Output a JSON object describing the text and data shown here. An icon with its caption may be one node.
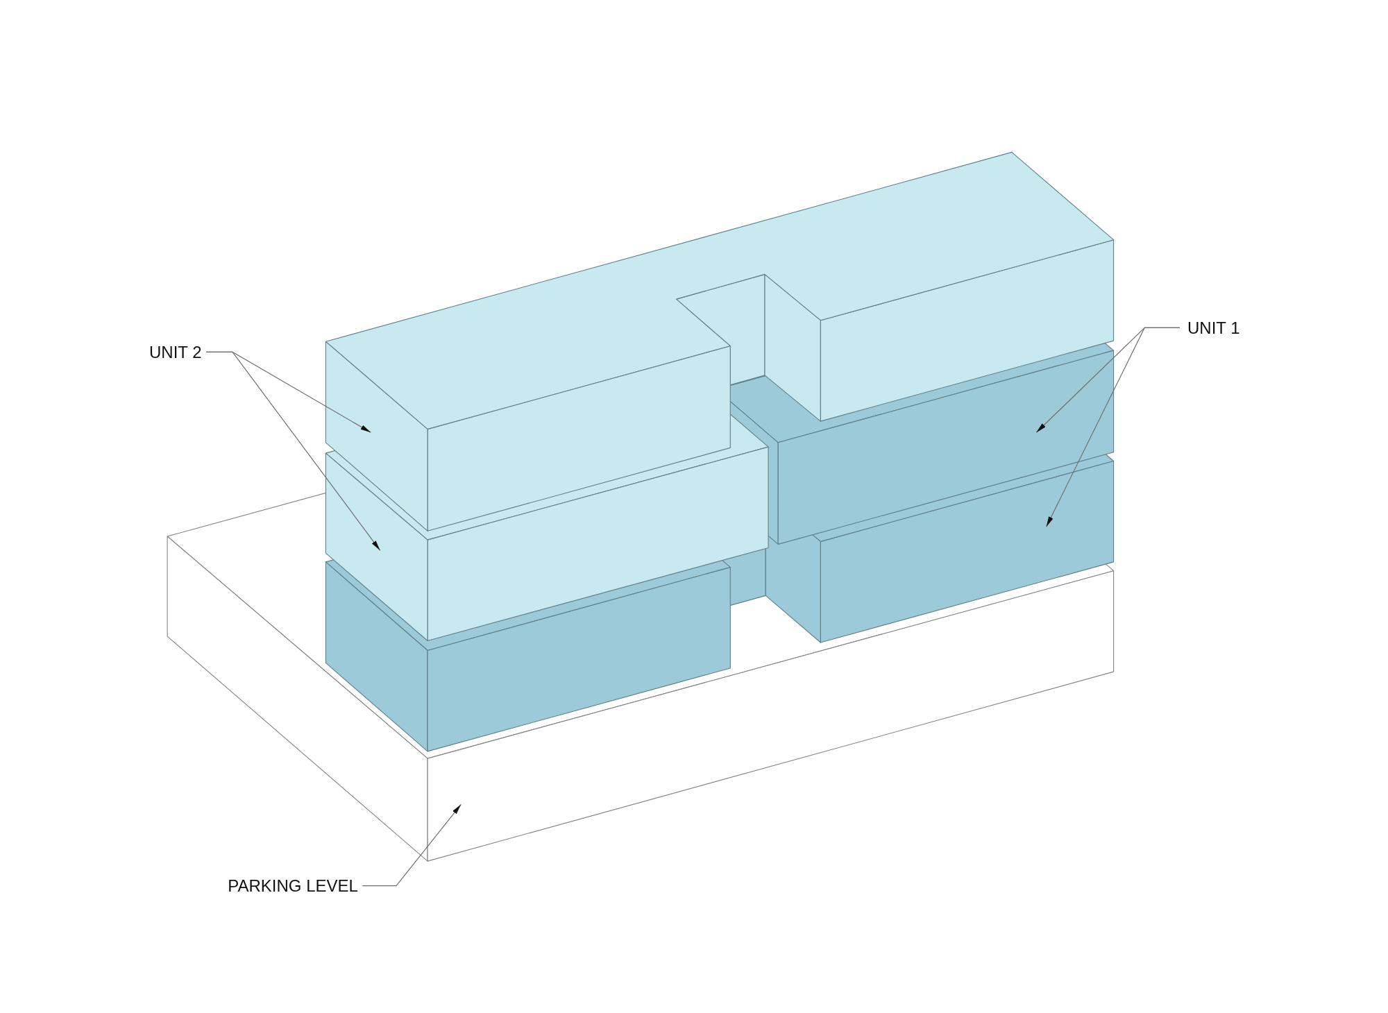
{
  "diagram": {
    "nodes": [
      {
        "text": [
          "UNIT 2"
        ]
      },
      {
        "text": [
          "UNIT 1"
        ]
      },
      {
        "text": [
          "PARKING LEVEL"
        ]
      },
      {
        "text": [],
        "shape": "box"
      },
      {
        "text": [],
        "shape": "box"
      },
      {
        "text": [],
        "shape": "box"
      },
      {
        "text": [],
        "shape": "box"
      },
      {
        "text": [],
        "shape": "box"
      }
    ],
    "edges": [
      {
        "from": 0,
        "to": 3,
        "arrow": "to"
      },
      {
        "from": 0,
        "to": 4,
        "arrow": "to"
      },
      {
        "from": 1,
        "to": 5,
        "arrow": "to"
      },
      {
        "from": 1,
        "to": 6,
        "arrow": "to"
      },
      {
        "from": 2,
        "to": 7,
        "arrow": "to"
      }
    ]
  }
}
